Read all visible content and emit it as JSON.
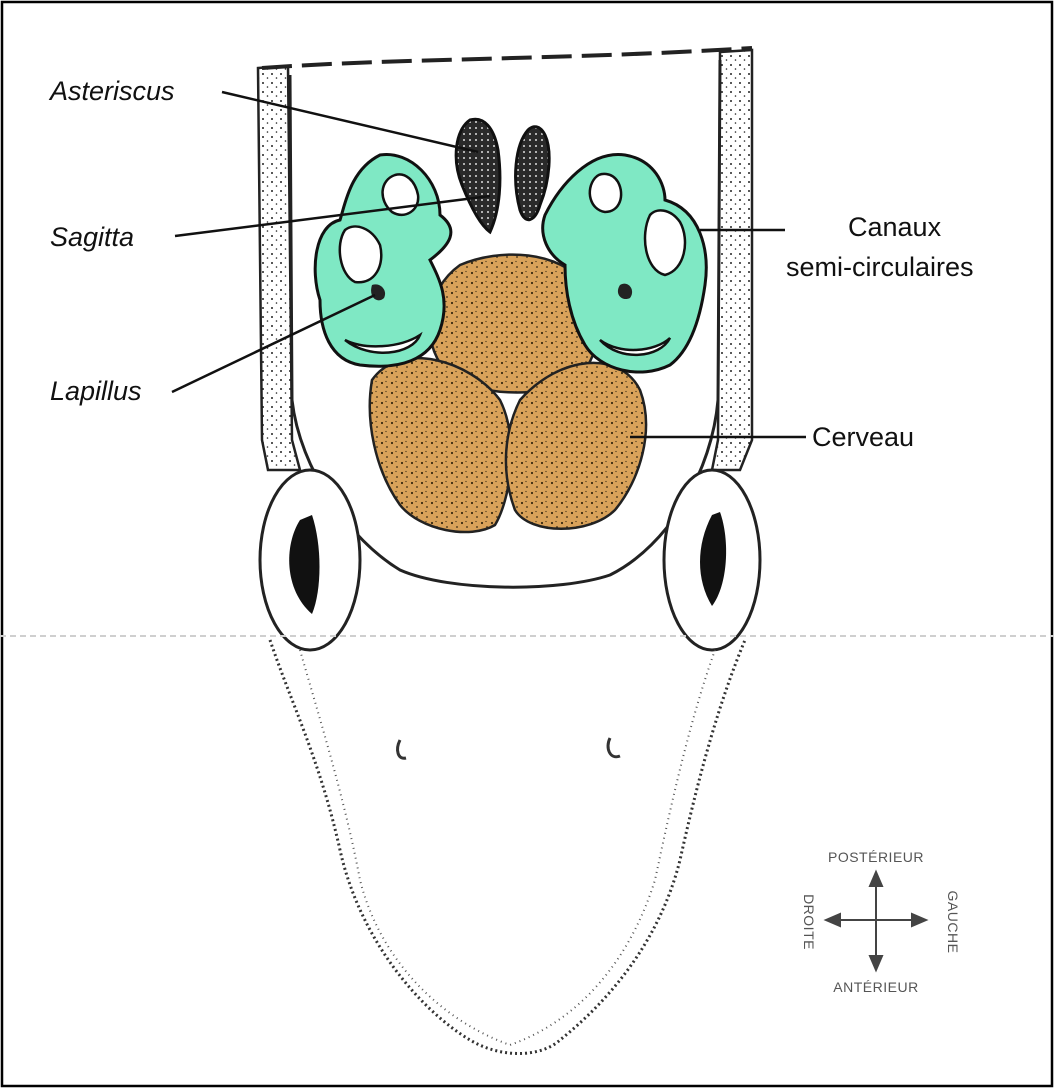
{
  "labels": {
    "asteriscus": "Asteriscus",
    "sagitta": "Sagitta",
    "lapillus": "Lapillus",
    "canaux_line1": "Canaux",
    "canaux_line2": "semi-circulaires",
    "cerveau": "Cerveau"
  },
  "compass": {
    "top": "POSTÉRIEUR",
    "bottom": "ANTÉRIEUR",
    "left": "DROITE",
    "right": "GAUCHE"
  },
  "colors": {
    "canals": "#7fe8c4",
    "brain": "#d9a25a",
    "otolith": "#2a2a2a",
    "line": "#111111"
  }
}
